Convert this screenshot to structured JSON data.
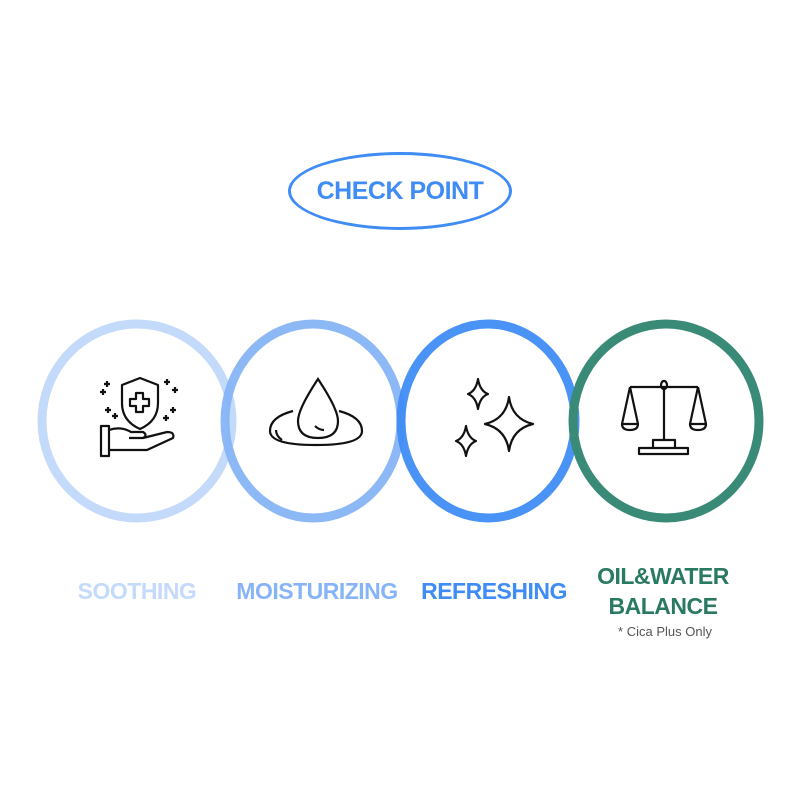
{
  "header": {
    "title": "CHECK POINT"
  },
  "colors": {
    "c1": "#c4dafb",
    "c2": "#86b4f6",
    "c3": "#3f8cf5",
    "c4": "#3a8a78",
    "text4": "#2a7a63"
  },
  "features": [
    {
      "label": "SOOTHING",
      "icon": "shield-hand-icon"
    },
    {
      "label": "MOISTURIZING",
      "icon": "water-drop-icon"
    },
    {
      "label": "REFRESHING",
      "icon": "sparkles-icon"
    },
    {
      "label_line1": "OIL&WATER",
      "label_line2": "BALANCE",
      "icon": "balance-scale-icon",
      "note": "* Cica Plus Only"
    }
  ]
}
